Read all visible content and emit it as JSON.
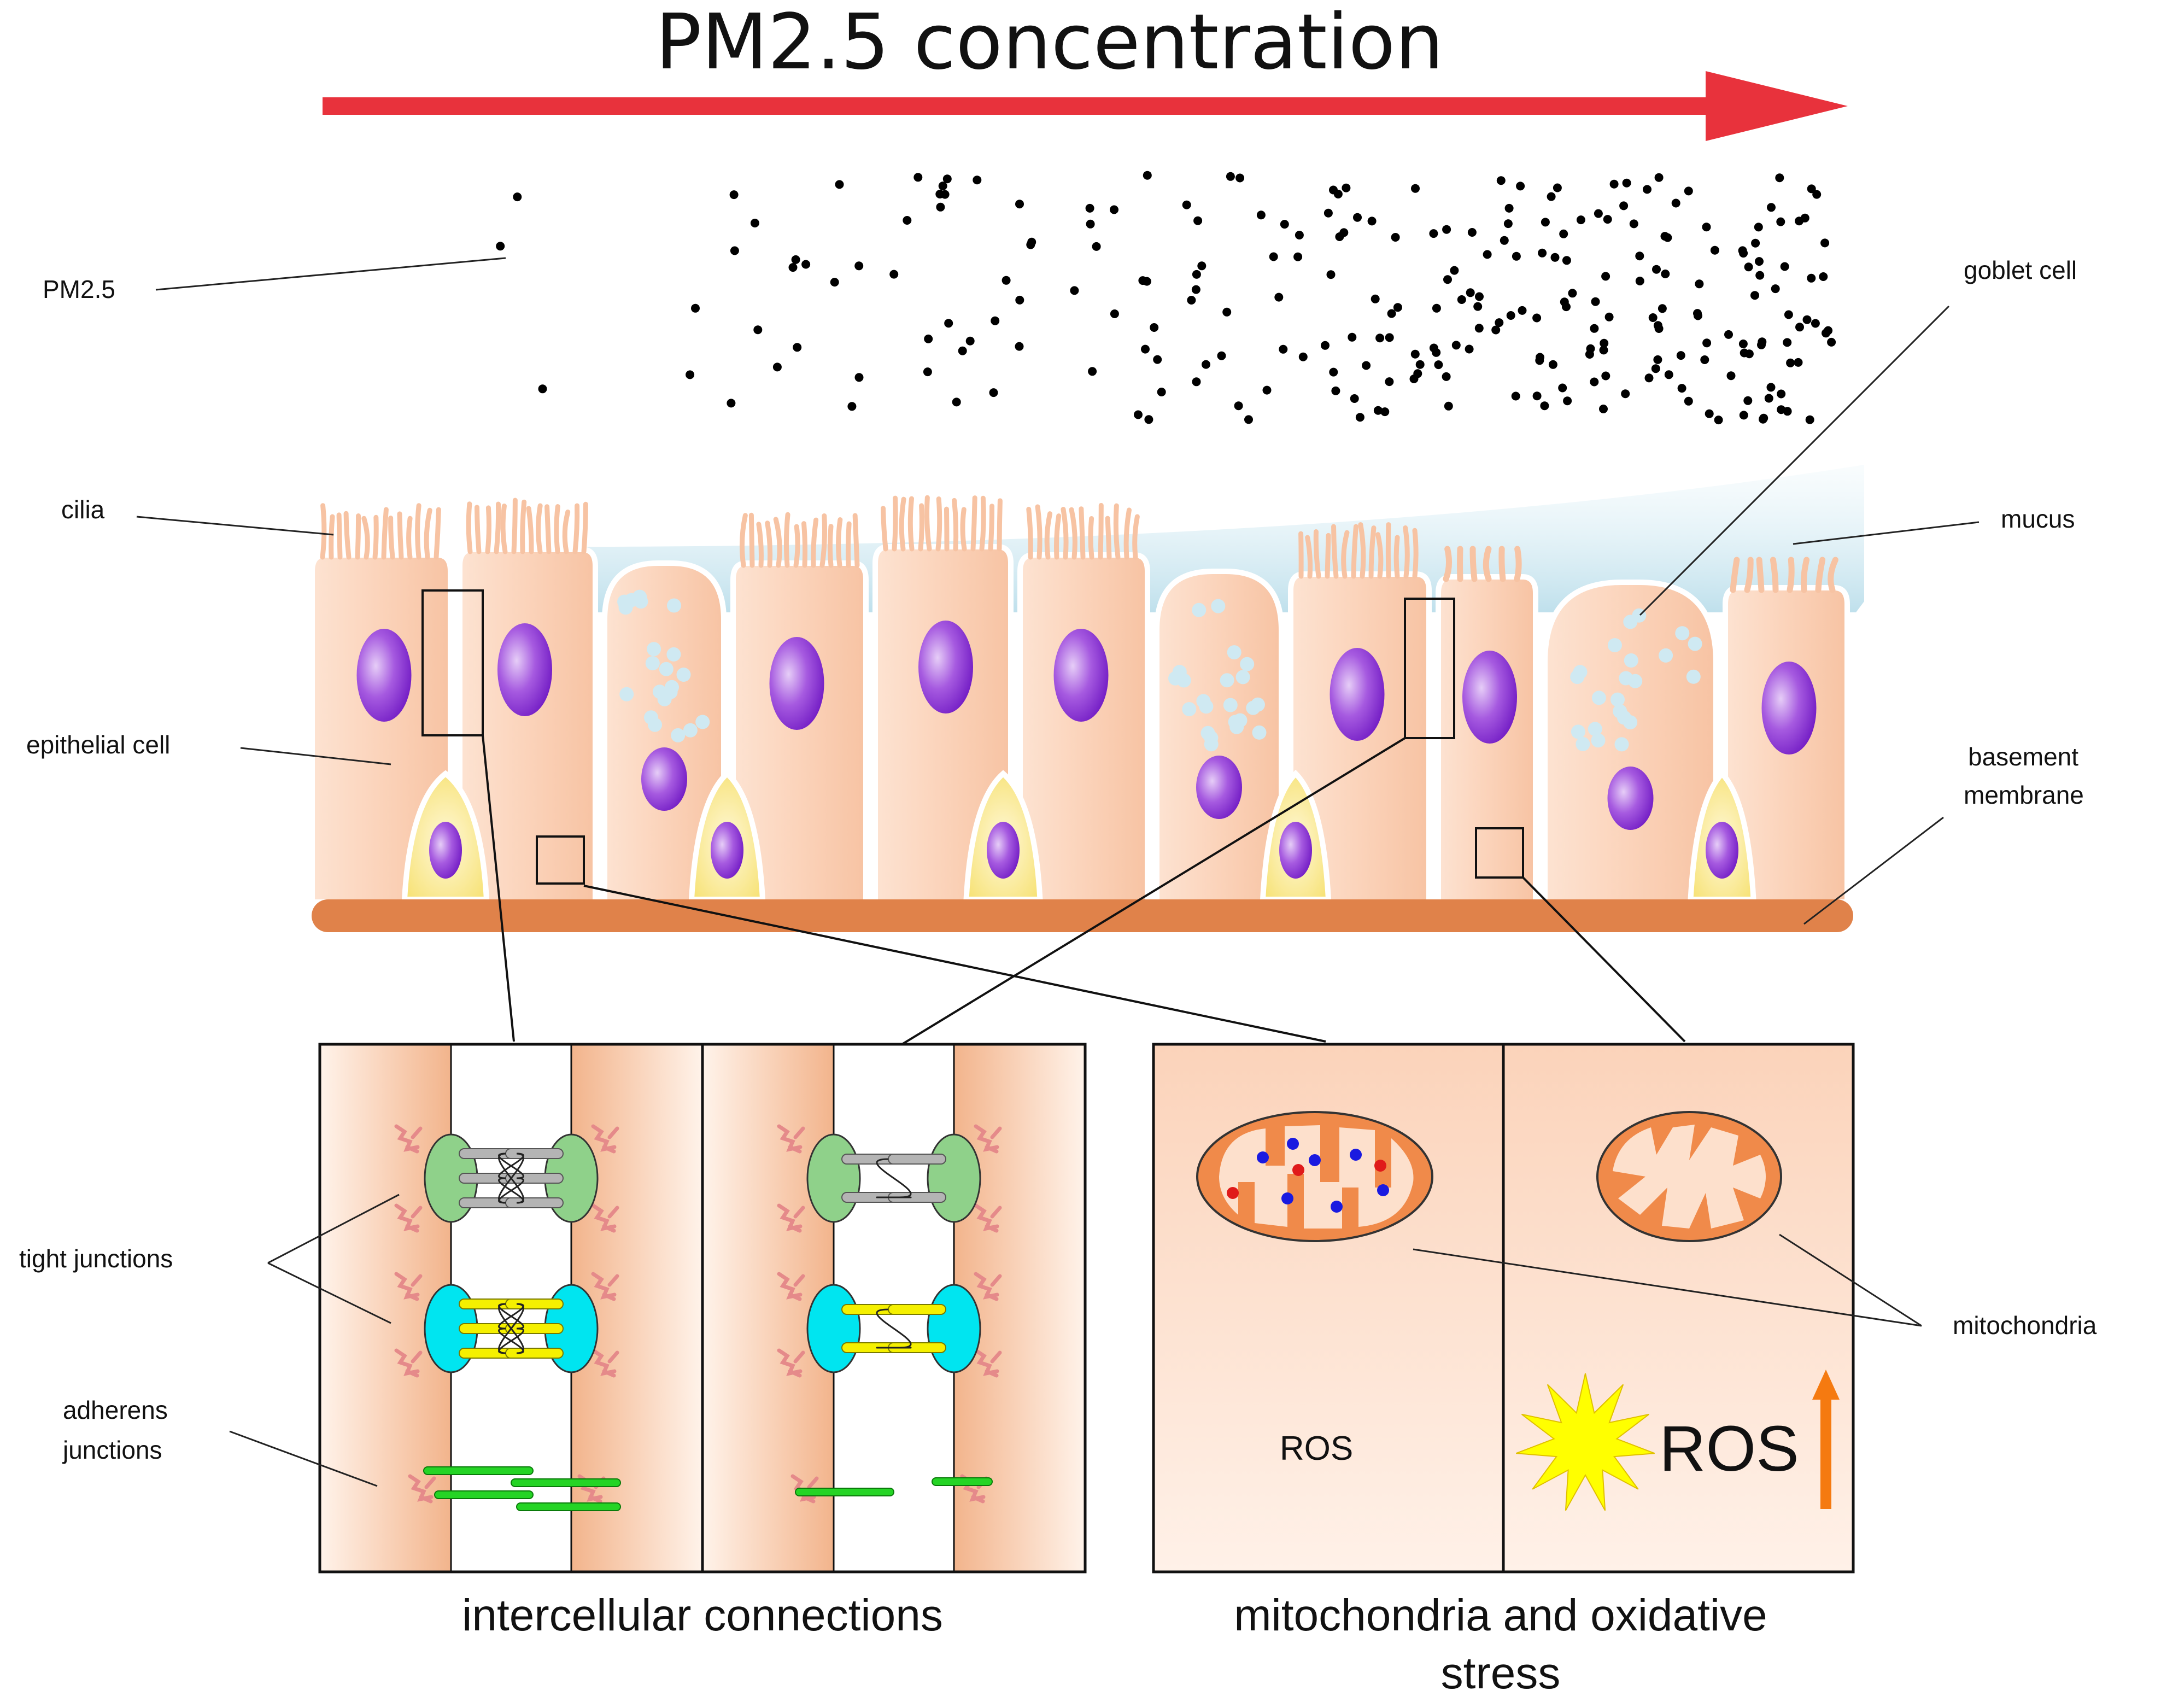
{
  "title": "PM2.5 concentration",
  "labels": {
    "pm25": "PM2.5",
    "cilia": "cilia",
    "epithelial_cell": "epithelial cell",
    "goblet_cell": "goblet cell",
    "mucus": "mucus",
    "basement_membrane_1": "basement",
    "basement_membrane_2": "membrane",
    "tight_junctions": "tight junctions",
    "adherens_junctions_1": "adherens",
    "adherens_junctions_2": "junctions",
    "mitochondria": "mitochondria",
    "ros_normal": "ROS",
    "ros_high": "ROS"
  },
  "captions": {
    "intercellular": "intercellular connections",
    "mito_line1": "mitochondria and oxidative",
    "mito_line2": "stress"
  },
  "colors": {
    "arrow": "#e8323c",
    "cell": "#fbd0b4",
    "cell_dark": "#f0b08a",
    "nucleus": "#8a2bd6",
    "basal_cell": "#fbeaa0",
    "mucus": "#cfe7f0",
    "membrane": "#e0824a",
    "tight_green": "#8fd18a",
    "tight_cyan": "#00e5f0",
    "strand_gray": "#b4b4b4",
    "strand_yellow": "#f5f000",
    "adherens": "#25d425",
    "mito": "#f08a4a",
    "ros_star": "#ffff00",
    "ros_arrow": "#f57a10"
  }
}
